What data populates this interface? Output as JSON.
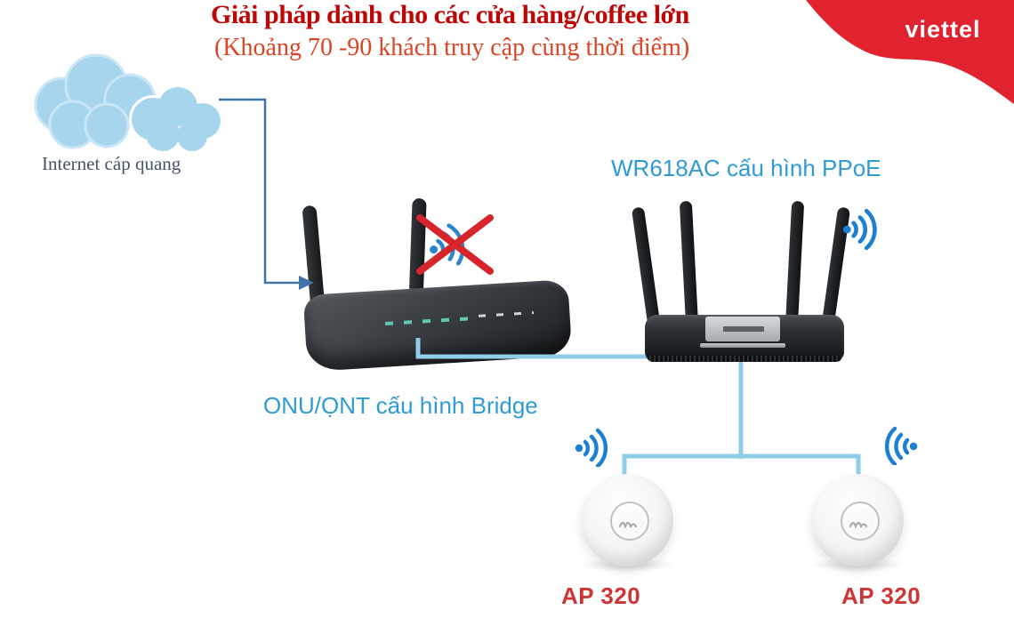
{
  "header": {
    "title": "Giải pháp dành cho các cửa hàng/coffee lớn",
    "subtitle": "(Khoảng 70 -90 khách truy cập cùng thời điểm)"
  },
  "brand": {
    "name": "viettel",
    "color": "#E0232E"
  },
  "nodes": {
    "internet": {
      "label": "Internet cáp quang",
      "icon": "cloud-icon"
    },
    "onu": {
      "label": "ONU/ỌNT cấu hình Bridge",
      "wifi_status": "disabled",
      "icon": "router-2-antenna"
    },
    "wr618ac": {
      "label": "WR618AC cấu hình PPoE",
      "wifi_status": "enabled",
      "icon": "router-4-antenna"
    },
    "ap_left": {
      "label": "AP 320",
      "wifi_status": "enabled",
      "icon": "ceiling-access-point"
    },
    "ap_right": {
      "label": "AP 320",
      "wifi_status": "enabled",
      "icon": "ceiling-access-point"
    }
  },
  "icons": {
    "wifi_enabled": "wifi-signal-arcs",
    "wifi_disabled": "wifi-signal-arcs-crossed"
  },
  "colors": {
    "title_red": "#C00505",
    "subtitle_red": "#DC4423",
    "brand_red": "#E0232E",
    "device_label_blue": "#2E9BD6",
    "ap_label_red": "#CE3537",
    "cable_light_blue": "#8FCDE8",
    "connector_steel_blue": "#3E74A7",
    "wifi_blue": "#1B7FD4",
    "cross_red": "#D6252B",
    "cloud_blue": "#A8D5EE",
    "internet_label_gray": "#44546A"
  }
}
